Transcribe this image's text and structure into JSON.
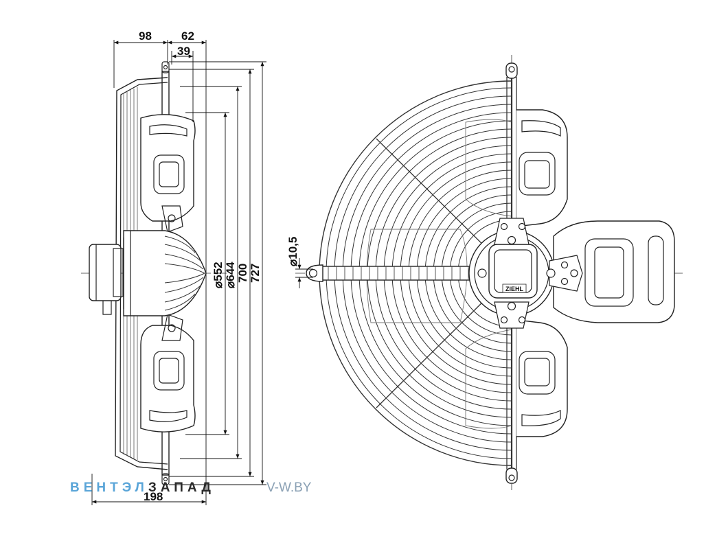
{
  "dimensions": {
    "d98": "98",
    "d62": "62",
    "d39": "39",
    "d198": "198",
    "d552": "⌀552",
    "d644": "⌀644",
    "d700": "700",
    "d727": "727",
    "d10_5": "⌀10,5"
  },
  "brand_plate": "ZIEHL",
  "watermark": {
    "part1": "ВЕНТЭЛ",
    "part2": "ЗАПАД",
    "site": "V-W.BY"
  }
}
